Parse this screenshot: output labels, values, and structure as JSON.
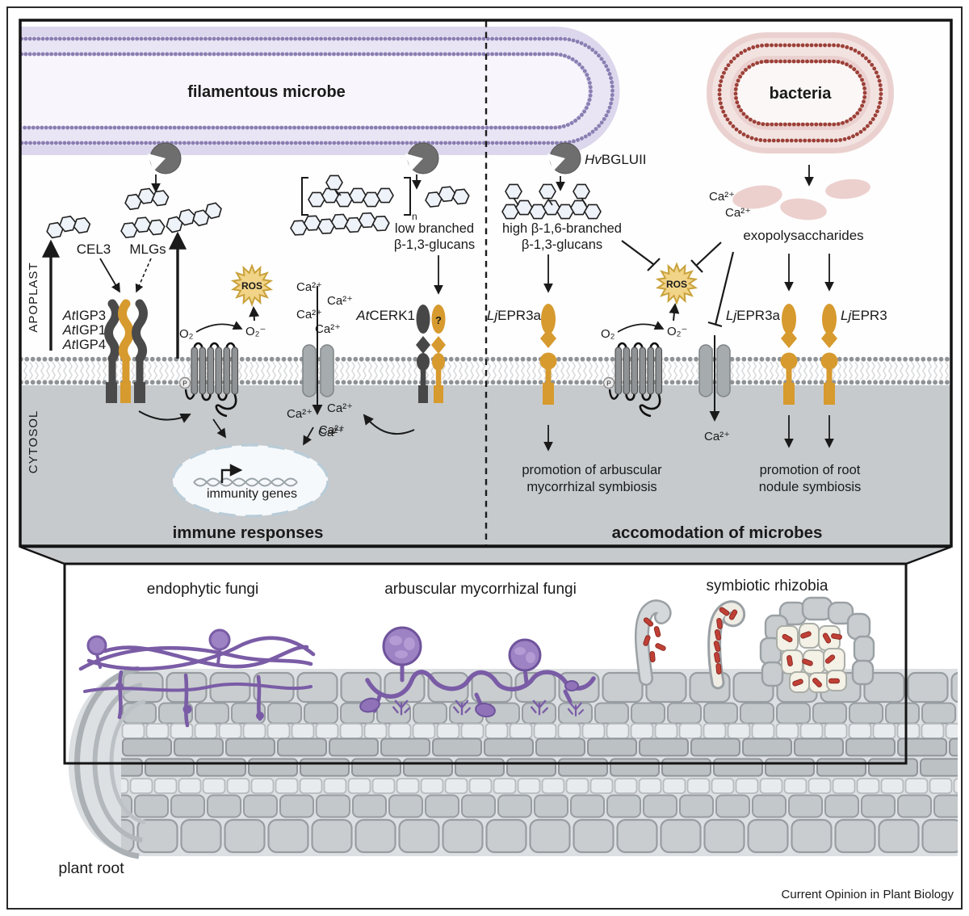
{
  "figure": {
    "journal_label": "Current Opinion in Plant Biology"
  },
  "top_panel": {
    "compartments": {
      "apoplast": "APOPLAST",
      "cytosol": "CYTOSOL"
    },
    "microbes": {
      "filamentous": "filamentous microbe",
      "bacteria": "bacteria"
    },
    "molecules": {
      "cel3": "CEL3",
      "mlgs": "MLGs",
      "low_branched_line1": "low branched",
      "low_branched_line2": "β-1,3-glucans",
      "high_branched_line1": "high β-1,6-branched",
      "high_branched_line2": "β-1,3-glucans",
      "exopolysaccharides": "exopolysaccharides",
      "ros": "ROS",
      "o2": "O₂",
      "o2_superoxide": "O₂⁻",
      "ca": "Ca²⁺",
      "phospho": "P",
      "repeat_subscript": "n"
    },
    "proteins": {
      "igp3_prefix": "At",
      "igp3": "IGP3",
      "igp1_prefix": "At",
      "igp1": "IGP1",
      "igp4_prefix": "At",
      "igp4": "IGP4",
      "cerk1_prefix": "At",
      "cerk1": "CERK1",
      "cerk1_unknown": "?",
      "bglu_prefix": "Hv",
      "bglu": "BGLUII",
      "epr3a_prefix": "Lj",
      "epr3a": "EPR3a",
      "epr3_prefix": "Lj",
      "epr3": "EPR3"
    },
    "outcomes": {
      "immunity_genes": "immunity genes",
      "immune_responses": "immune responses",
      "accommodation": "accomodation of microbes",
      "promotion_am_line1": "promotion of arbuscular",
      "promotion_am_line2": "mycorrhizal symbiosis",
      "promotion_nod_line1": "promotion of root",
      "promotion_nod_line2": "nodule symbiosis"
    }
  },
  "bottom_panel": {
    "labels": {
      "endophytic": "endophytic fungi",
      "am_fungi": "arbuscular mycorrhizal fungi",
      "rhizobia": "symbiotic rhizobia",
      "plant_root": "plant root"
    }
  },
  "colors": {
    "accent_gold": "#d79a2e",
    "protein_gray": "#474747",
    "fungal_purple": "#7a5ca6",
    "bacteria_red": "#b23a32",
    "filamentous_lavender": "#dcd7ec",
    "bacteria_pink": "#ead1cf",
    "ros_fill": "#f2d488",
    "cytosol_gray": "#c6cacd"
  }
}
